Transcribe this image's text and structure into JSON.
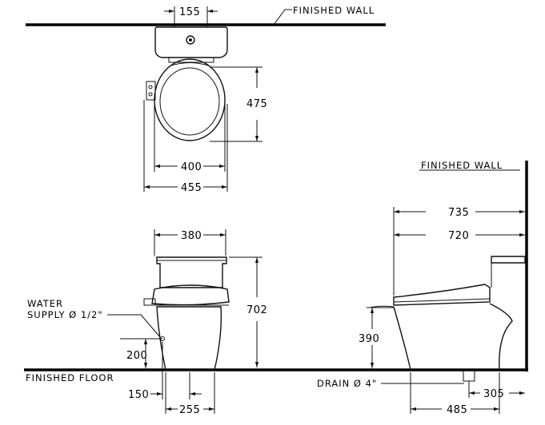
{
  "labels": {
    "finished_wall_top": "FINISHED  WALL",
    "finished_wall_side": "FINISHED  WALL",
    "finished_floor": "FINISHED  FLOOR",
    "water_supply_line1": "WATER",
    "water_supply_line2": "SUPPLY Ø 1/2\"",
    "drain": "DRAIN Ø 4\""
  },
  "dimensions": {
    "top_flush_width": "155",
    "top_seat_depth": "475",
    "top_seat_width": "400",
    "top_overall_width": "455",
    "front_tank_width": "380",
    "front_height": "702",
    "front_supply_height": "200",
    "front_supply_offset": "150",
    "front_base_width": "255",
    "side_overall_depth": "735",
    "side_seat_depth": "720",
    "side_seat_height": "390",
    "side_drain_from_wall": "305",
    "side_base_depth": "485"
  }
}
